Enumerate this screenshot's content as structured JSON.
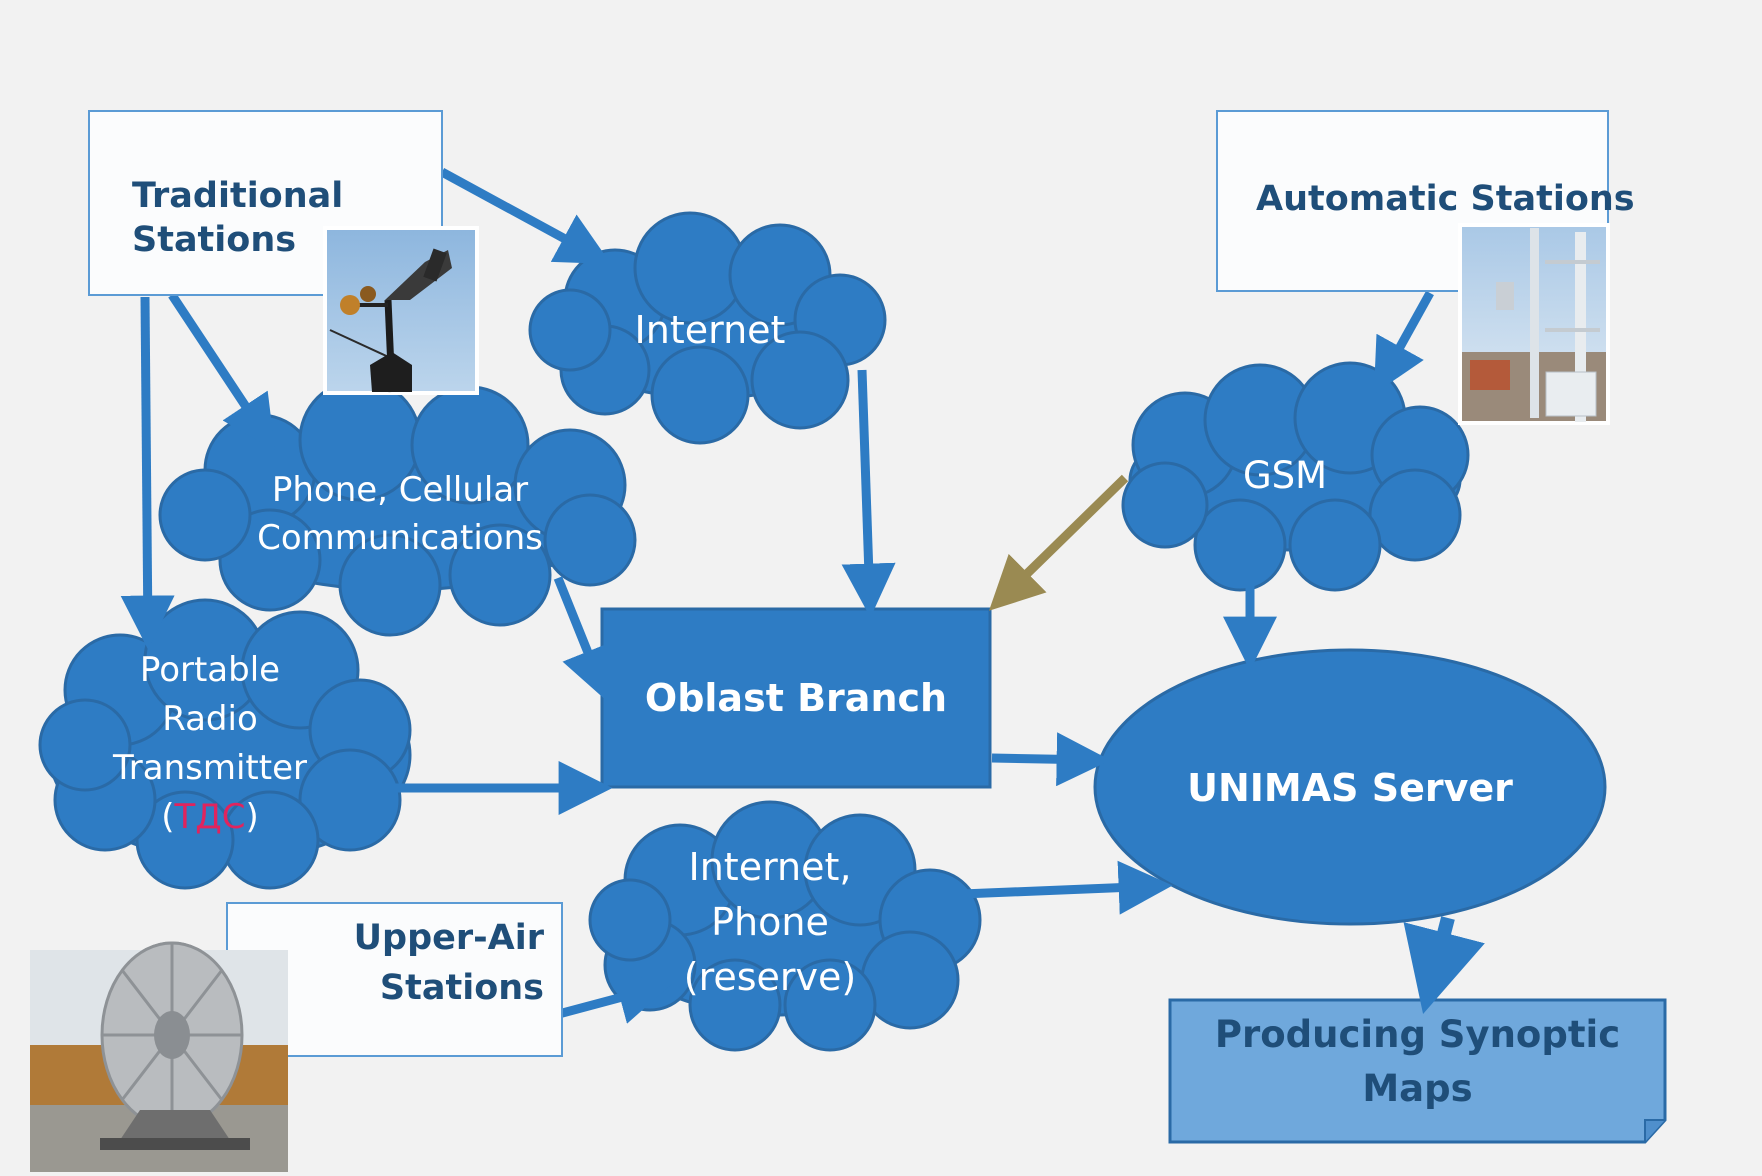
{
  "nodes": {
    "traditional_stations": {
      "line1": "Traditional",
      "line2": "Stations"
    },
    "automatic_stations": {
      "label": "Automatic Stations"
    },
    "upper_air_stations": {
      "line1": "Upper-Air",
      "line2": "Stations"
    },
    "internet_cloud": {
      "label": "Internet"
    },
    "phone_cloud": {
      "line1": "Phone, Cellular",
      "line2": "Communications"
    },
    "gsm_cloud": {
      "label": "GSM"
    },
    "radio_cloud": {
      "line1": "Portable",
      "line2": "Radio",
      "line3": "Transmitter",
      "open": "(",
      "tds": "ТДС",
      "close": ")"
    },
    "reserve_cloud": {
      "line1": "Internet,",
      "line2": "Phone",
      "line3": "(reserve)"
    },
    "oblast_branch": {
      "label": "Oblast Branch"
    },
    "unimas_server": {
      "label": "UNIMAS Server"
    },
    "synoptic_maps": {
      "line1": "Producing Synoptic",
      "line2": "Maps"
    }
  },
  "images": {
    "wind_sensor": "wind-sensor-photo",
    "automatic_station": "automatic-station-mast-photo",
    "radar_dish": "upper-air-radar-dish-photo"
  },
  "colors": {
    "background": "#f2f2f2",
    "shape_fill": "#2e7cc4",
    "shape_stroke": "#2a6aa6",
    "arrow": "#2e7cc4",
    "gsm_arrow": "#9a8a52",
    "box_border": "#5b9bd5",
    "dark_text": "#1f4e79",
    "maps_fill": "#6fa8dc",
    "tds_text": "#e0245e"
  }
}
